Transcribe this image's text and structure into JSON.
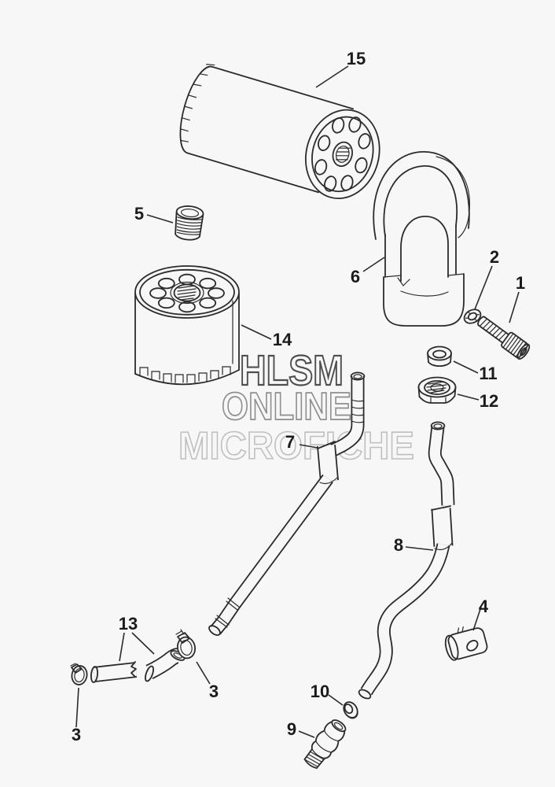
{
  "colors": {
    "background": "#f7f7f7",
    "line": "#2b2b2b",
    "label": "#1b1b1b",
    "wm-dark": "#4f4f4f",
    "wm-mid": "#8f8f8f",
    "wm-light": "#bfbfbf"
  },
  "watermark": {
    "line1": "HLSM",
    "line2": "ONLINE",
    "line3": "MICROFICHE"
  },
  "callouts": {
    "n1": "1",
    "n2": "2",
    "n3a": "3",
    "n3b": "3",
    "n4": "4",
    "n5": "5",
    "n6": "6",
    "n7": "7",
    "n8": "8",
    "n9": "9",
    "n10": "10",
    "n11": "11",
    "n12": "12",
    "n13": "13",
    "n14": "14",
    "n15": "15"
  }
}
